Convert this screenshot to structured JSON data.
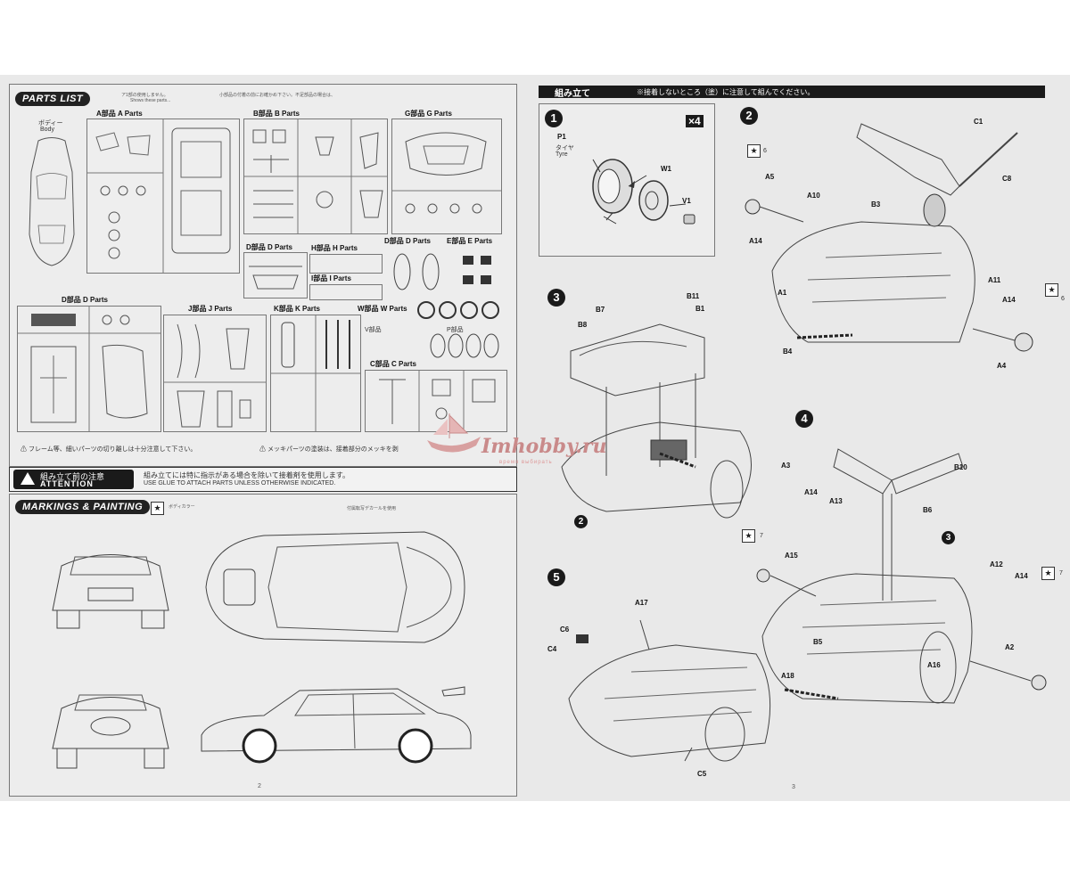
{
  "left_page": {
    "parts_list": {
      "title": "PARTS LIST",
      "note_jp_1": "ア1部の使用しません。",
      "note_en_1": "Shows these parts...",
      "note_jp_2": "小部品の付着の前にお確かめ下さい。不足部品の場合は、",
      "body_jp": "ボディー",
      "body_en": "Body",
      "blocks": {
        "A": "A部品 A Parts",
        "B": "B部品 B Parts",
        "G": "G部品 G Parts",
        "D1": "D部品 D Parts",
        "H": "H部品 H Parts",
        "E": "E部品 E Parts",
        "I": "I部品 I Parts",
        "D2": "D部品 D Parts",
        "J": "J部品 J Parts",
        "K": "K部品 K Parts",
        "W": "W部品 W Parts",
        "V": "V部品",
        "P": "P部品",
        "C": "C部品 C Parts"
      },
      "footer_left": "⚠ フレーム等、細いパーツの切り離しは十分注意して下さい。",
      "footer_right": "⚠ メッキパーツの塗装は、接着部分のメッキを剥"
    },
    "attention": {
      "badge_jp": "組み立て前の注意",
      "badge_en": "ATTENTION",
      "text_jp": "組み立てには特に指示がある場合を除いて接着剤を使用します。",
      "text_en": "USE GLUE TO ATTACH PARTS UNLESS OTHERWISE INDICATED."
    },
    "markings": {
      "title": "MARKINGS & PAINTING",
      "color_note": "ボディカラー",
      "callout_note": "付属転写デカールを使用",
      "page_number": "2"
    }
  },
  "right_page": {
    "assembly": {
      "title": "組み立て",
      "note": "※接着しないところ（塗）に注意して組んでください。",
      "page_number": "3"
    },
    "step1": {
      "number": "1",
      "multiplier": "×4",
      "tire_part": "P1",
      "tire_jp": "タイヤ",
      "tire_en": "Tyre",
      "wheel_part": "W1",
      "cap_part": "V1"
    },
    "step2": {
      "number": "2",
      "labels": [
        "C1",
        "C8",
        "A5",
        "A10",
        "B3",
        "A14",
        "A1",
        "B4",
        "A11",
        "A14",
        "A4"
      ],
      "star_numbers": [
        "6",
        "6"
      ]
    },
    "step3": {
      "number": "3",
      "labels": [
        "B11",
        "B7",
        "B8",
        "B1"
      ],
      "sub_step": "2"
    },
    "step4": {
      "number": "4",
      "labels": [
        "A3",
        "A14",
        "A13",
        "B10",
        "B6",
        "A15",
        "B5",
        "A12",
        "A14",
        "A2",
        "A16"
      ],
      "star_numbers": [
        "7",
        "7"
      ],
      "sub_step": "3"
    },
    "step5": {
      "number": "5",
      "labels": [
        "A17",
        "C6",
        "C4",
        "A18",
        "C5"
      ]
    }
  },
  "watermark": {
    "text": "Imhobby.ru",
    "subtext": "время выбирать"
  }
}
